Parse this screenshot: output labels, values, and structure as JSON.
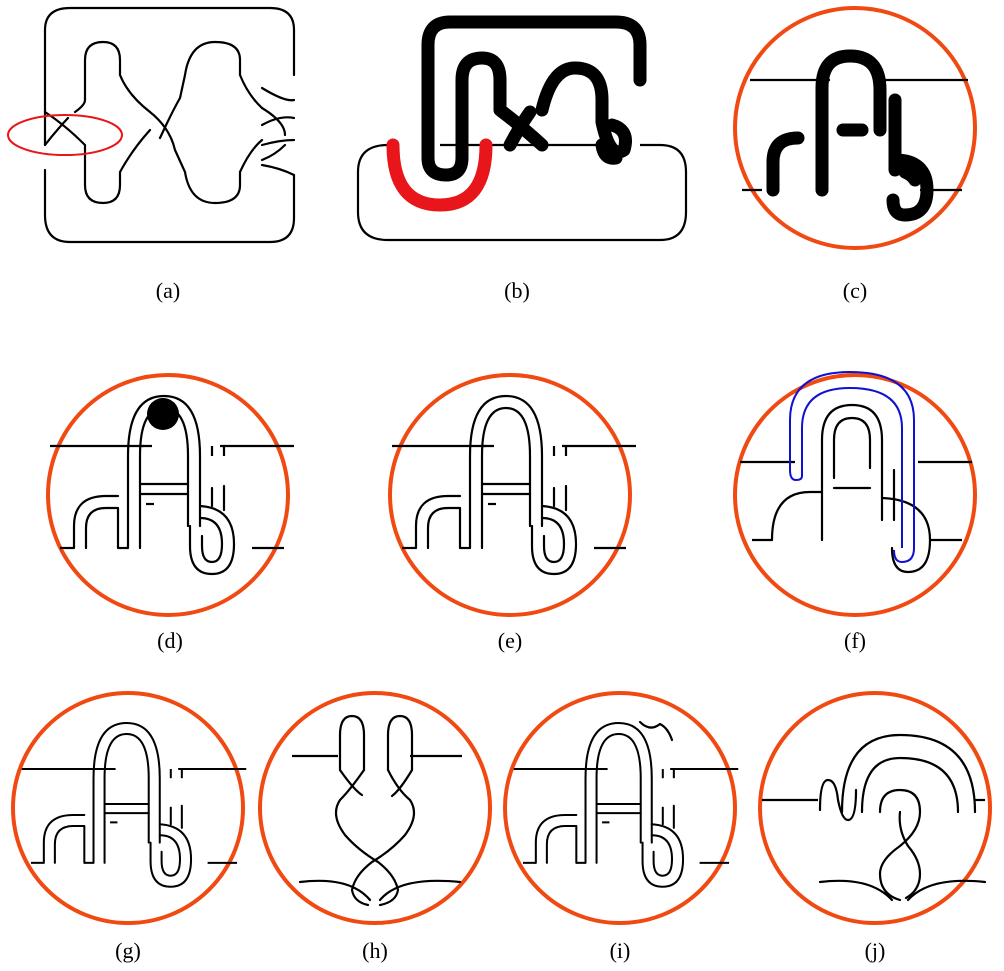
{
  "colors": {
    "ink": "#000000",
    "circle": "#f04a12",
    "red": "#e8151a",
    "blue": "#1010d0",
    "background": "#ffffff"
  },
  "panels": [
    {
      "id": "a",
      "label": "(a)"
    },
    {
      "id": "b",
      "label": "(b)"
    },
    {
      "id": "c",
      "label": "(c)"
    },
    {
      "id": "d",
      "label": "(d)"
    },
    {
      "id": "e",
      "label": "(e)"
    },
    {
      "id": "f",
      "label": "(f)"
    },
    {
      "id": "g",
      "label": "(g)"
    },
    {
      "id": "h",
      "label": "(h)"
    },
    {
      "id": "i",
      "label": "(i)"
    },
    {
      "id": "j",
      "label": "(j)"
    }
  ]
}
